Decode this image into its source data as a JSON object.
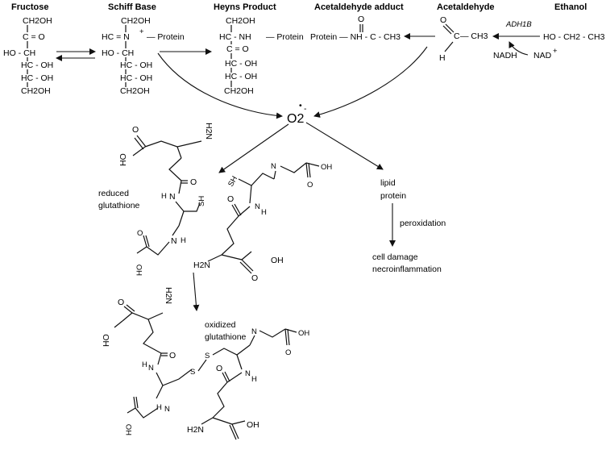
{
  "headers": {
    "fructose": "Fructose",
    "schiff": "Schiff Base",
    "heyns": "Heyns Product",
    "acetaldehyde_adduct": "Acetaldehyde adduct",
    "acetaldehyde": "Acetaldehyde",
    "ethanol": "Ethanol"
  },
  "fructose_lines": [
    "CH2OH",
    "C = O",
    "HO - CH",
    "HC - OH",
    "HC - OH",
    "CH2OH"
  ],
  "schiff_lines": [
    "CH2OH",
    "HC = N",
    "HO - CH",
    "HC - OH",
    "HC - OH",
    "CH2OH"
  ],
  "schiff_plus": "+",
  "schiff_protein": "— Protein",
  "heyns_lines": [
    "CH2OH",
    "HC - NH",
    "C = O",
    "HC - OH",
    "HC - OH",
    "CH2OH"
  ],
  "heyns_protein": "— Protein",
  "adduct_o": "O",
  "adduct_text": "Protein — NH - C - CH3",
  "acetaldehyde_o": "O",
  "acetaldehyde_c": "C",
  "acetaldehyde_ch3": "— CH3",
  "acetaldehyde_h": "H",
  "ethanol_formula": "HO - CH2 - CH3",
  "enzyme": "ADH1B",
  "nadh": "NADH",
  "nad": "NAD",
  "nad_plus": "+",
  "o2": "O2",
  "o2_dot": "•",
  "o2_minus": "-",
  "lipid": "lipid",
  "protein": "protein",
  "peroxidation": "peroxidation",
  "cell_damage": "cell damage",
  "necroinflammation": "necroinflammation",
  "reduced_1": "reduced",
  "reduced_2": "glutathione",
  "oxidized_1": "oxidized",
  "oxidized_2": "glutathione",
  "atoms": {
    "h2n": "H2N",
    "ho": "HO",
    "oh": "OH",
    "o": "O",
    "n": "N",
    "h": "H",
    "sh": "SH",
    "s": "S"
  },
  "colors": {
    "ink": "#111111",
    "background": "#ffffff"
  }
}
